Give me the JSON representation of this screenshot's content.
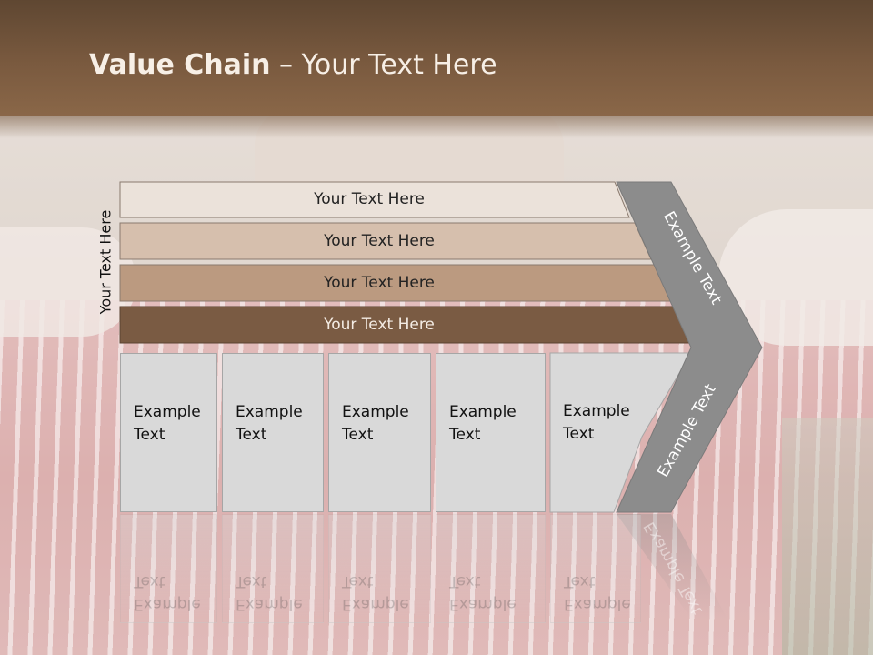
{
  "slide": {
    "title_bold": "Value Chain",
    "title_rest": " – Your Text Here",
    "side_label": "Your Text Here"
  },
  "bars": [
    {
      "label": "Your Text Here",
      "fill": "#ebe2da",
      "text_color": "#222222"
    },
    {
      "label": "Your Text Here",
      "fill": "#d6bfad",
      "text_color": "#222222"
    },
    {
      "label": "Your Text Here",
      "fill": "#bb9a80",
      "text_color": "#222222"
    },
    {
      "label": "Your Text Here",
      "fill": "#7a5b43",
      "text_color": "#f4ece4"
    }
  ],
  "boxes": [
    {
      "line1": "Example",
      "line2": "Text"
    },
    {
      "line1": "Example",
      "line2": "Text"
    },
    {
      "line1": "Example",
      "line2": "Text"
    },
    {
      "line1": "Example",
      "line2": "Text"
    },
    {
      "line1": "Example",
      "line2": "Text"
    }
  ],
  "arrow": {
    "upper_label": "Example Text",
    "lower_label": "Example Text",
    "fill": "#8c8c8c"
  }
}
